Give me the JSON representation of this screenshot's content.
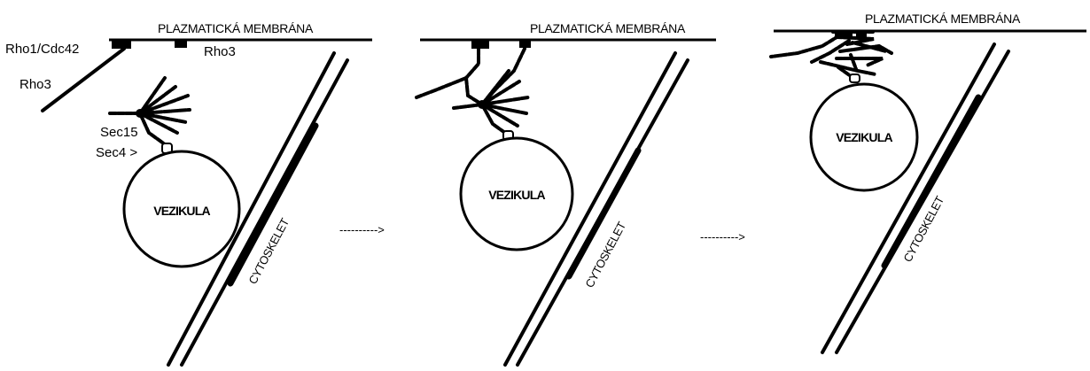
{
  "diagram": {
    "membrane_label": "PLAZMATICKÁ MEMBRÁNA",
    "vesicle_label": "VEZIKULA",
    "cytoskeleton_label": "CYTOSKELET",
    "arrow_text": "---------->",
    "labels": {
      "rho1_cdc42": "Rho1/Cdc42",
      "rho3_top": "Rho3",
      "rho3_left": "Rho3",
      "sec15": "Sec15",
      "sec4": "Sec4 >"
    },
    "panels": [
      {
        "stage": 1,
        "membrane_label": "PLAZMATICKÁ MEMBRÁNA",
        "vesicle_label": "VEZIKULA",
        "cytoskeleton_label": "CYTOSKELET"
      },
      {
        "stage": 2,
        "membrane_label": "PLAZMATICKÁ MEMBRÁNA",
        "vesicle_label": "VEZIKULA",
        "cytoskeleton_label": "CYTOSKELET"
      },
      {
        "stage": 3,
        "membrane_label": "PLAZMATICKÁ MEMBRÁNA",
        "vesicle_label": "VEZIKULA",
        "cytoskeleton_label": "CYTOSKELET"
      }
    ],
    "colors": {
      "ink": "#000000",
      "background": "#ffffff"
    }
  }
}
